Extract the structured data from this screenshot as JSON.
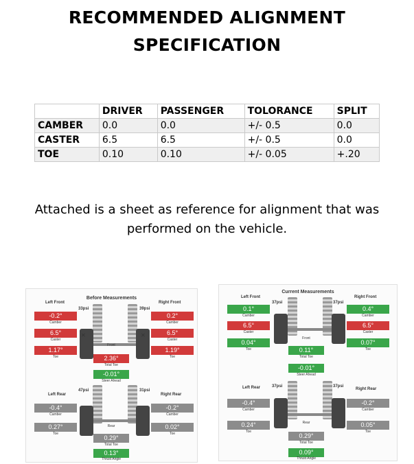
{
  "title_line1": "RECOMMENDED ALIGNMENT",
  "title_line2": "SPECIFICATION",
  "table": {
    "headers": [
      "",
      "DRIVER",
      "PASSENGER",
      "TOLORANCE",
      "SPLIT"
    ],
    "rows": [
      [
        "CAMBER",
        "0.0",
        "0.0",
        "+/- 0.5",
        "0.0"
      ],
      [
        "CASTER",
        "6.5",
        "6.5",
        "+/- 0.5",
        "0.0"
      ],
      [
        "TOE",
        "0.10",
        "0.10",
        "+/- 0.05",
        "+.20"
      ]
    ]
  },
  "note_line1": "Attached is a sheet as reference for alignment that was",
  "note_line2": "performed on the vehicle.",
  "before": {
    "header": "Before Measurements",
    "left_front": "Left Front",
    "right_front": "Right Front",
    "left_rear": "Left Rear",
    "right_rear": "Right Rear",
    "lf_psi": "33psi",
    "rf_psi": "39psi",
    "lr_psi": "47psi",
    "rr_psi": "31psi",
    "lf_camber": "-0.2°",
    "lf_caster": "6.5°",
    "lf_toe": "1.17°",
    "rf_camber": "0.2°",
    "rf_caster": "6.5°",
    "rf_toe": "1.19°",
    "front_total_toe": "2.36°",
    "steer_ahead": "-0.01°",
    "lr_camber": "-0.4°",
    "lr_toe": "0.27°",
    "rr_camber": "-0.2°",
    "rr_toe": "0.02°",
    "rear_total_toe": "0.29°",
    "thrust_angle": "0.13°",
    "camber": "Camber",
    "caster": "Caster",
    "toe": "Toe",
    "front": "Front",
    "rear": "Rear",
    "total_toe": "Total Toe",
    "steer_ahead_label": "Steer Ahead",
    "thrust_label": "Thrust Angle"
  },
  "current": {
    "header": "Current Measurements",
    "left_front": "Left Front",
    "right_front": "Right Front",
    "left_rear": "Left Rear",
    "right_rear": "Right Rear",
    "lf_psi": "37psi",
    "rf_psi": "37psi",
    "lr_psi": "37psi",
    "rr_psi": "37psi",
    "lf_camber": "0.1°",
    "lf_caster": "6.5°",
    "lf_toe": "0.04°",
    "rf_camber": "0.4°",
    "rf_caster": "6.5°",
    "rf_toe": "0.07°",
    "front_total_toe": "0.11°",
    "steer_ahead": "-0.01°",
    "lr_camber": "-0.4°",
    "lr_toe": "0.24°",
    "rr_camber": "-0.2°",
    "rr_toe": "0.05°",
    "rear_total_toe": "0.29°",
    "thrust_angle": "0.09°",
    "camber": "Camber",
    "caster": "Caster",
    "toe": "Toe",
    "front": "Front",
    "rear": "Rear",
    "total_toe": "Total Toe",
    "steer_ahead_label": "Steer Ahead",
    "thrust_label": "Thrust Angle"
  }
}
